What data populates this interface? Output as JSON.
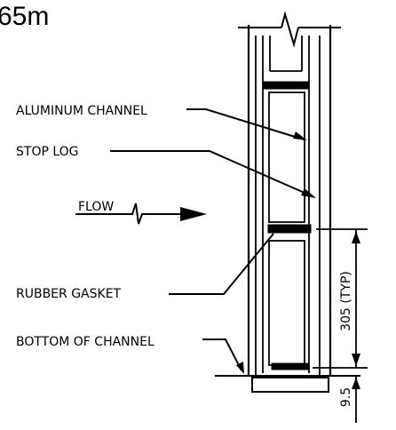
{
  "corner_text": "65m",
  "labels": {
    "aluminum_channel": "ALUMINUM CHANNEL",
    "stop_log": "STOP LOG",
    "flow": "FLOW",
    "rubber_gasket": "RUBBER GASKET",
    "bottom_of_channel": "BOTTOM OF CHANNEL"
  },
  "dimensions": {
    "upper": "305 (TYP)",
    "lower": "9.5"
  },
  "colors": {
    "ink": "#000000",
    "background": "#ffffff"
  }
}
